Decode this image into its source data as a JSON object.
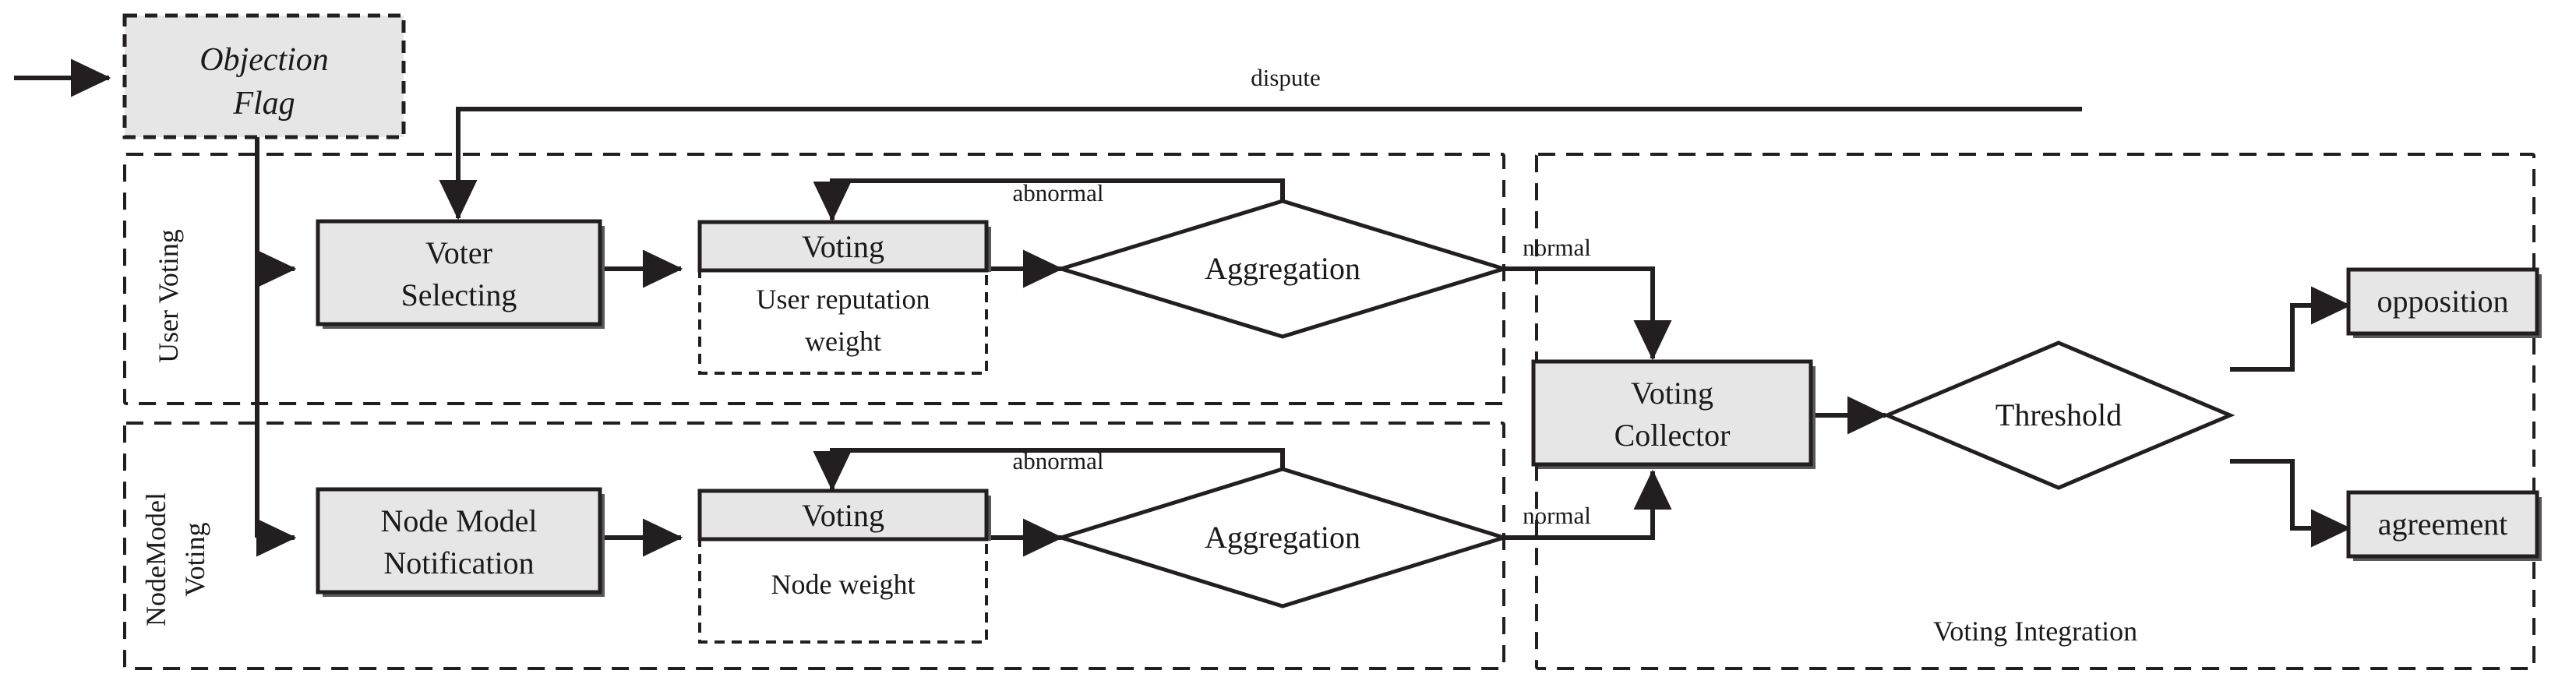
{
  "diagram": {
    "title_hidden": "",
    "groups": [
      {
        "id": "user-voting",
        "label": "User Voting",
        "orientation": "vertical"
      },
      {
        "id": "nodemodel-voting",
        "label": "NodeModel Voting",
        "line1": "NodeModel",
        "line2": "Voting",
        "orientation": "vertical"
      },
      {
        "id": "voting-integration",
        "label": "Voting Integration",
        "orientation": "horizontal"
      }
    ],
    "nodes": {
      "objection_flag": {
        "line1": "Objection",
        "line2": "Flag",
        "style": "dashed-italic"
      },
      "voter_selecting": {
        "line1": "Voter",
        "line2": "Selecting",
        "style": "process"
      },
      "voting_user": {
        "title": "Voting",
        "sub_line1": "User reputation",
        "sub_line2": "weight",
        "style": "process-with-subbox"
      },
      "aggregation_user": {
        "label": "Aggregation",
        "style": "decision"
      },
      "node_model_notification": {
        "line1": "Node Model",
        "line2": "Notification",
        "style": "process"
      },
      "voting_node": {
        "title": "Voting",
        "sub_line1": "Node weight",
        "sub_line2": "",
        "style": "process-with-subbox"
      },
      "aggregation_node": {
        "label": "Aggregation",
        "style": "decision"
      },
      "voting_collector": {
        "line1": "Voting",
        "line2": "Collector",
        "style": "process"
      },
      "threshold": {
        "label": "Threshold",
        "style": "decision"
      },
      "opposition": {
        "label": "opposition",
        "style": "process"
      },
      "agreement": {
        "label": "agreement",
        "style": "process"
      }
    },
    "edge_labels": {
      "dispute": "dispute",
      "abnormal_user": "abnormal",
      "abnormal_node": "abnormal",
      "normal_user": "normal",
      "normal_node": "normal"
    },
    "colors": {
      "node_fill": "#e6e6e6",
      "node_stroke": "#231f20",
      "sub_fill": "#ffffff",
      "decision_fill": "#ffffff",
      "background": "#ffffff",
      "shadow": "#595959"
    }
  }
}
